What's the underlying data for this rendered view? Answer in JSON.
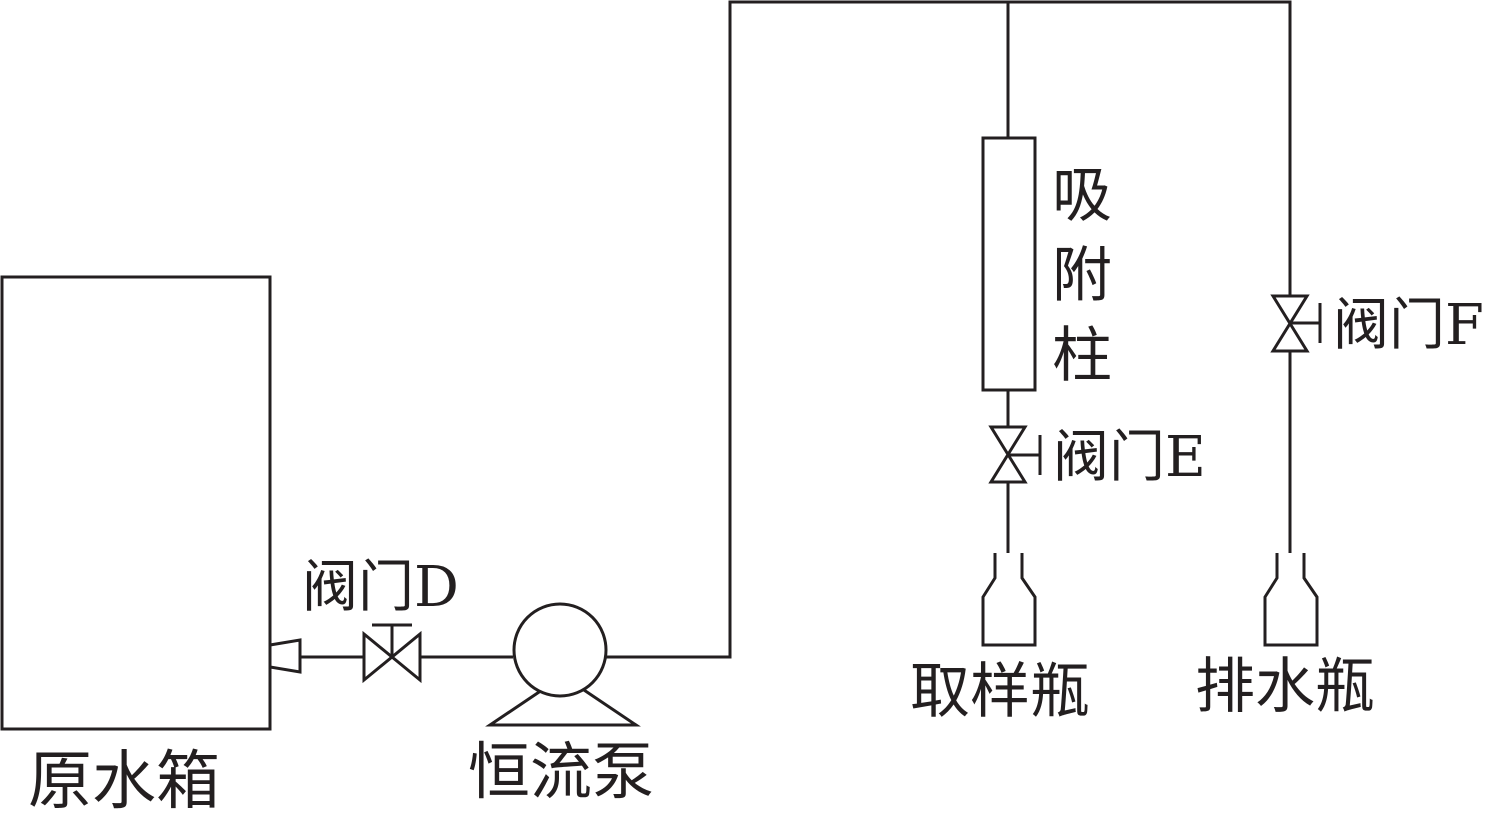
{
  "labels": {
    "tank": "原水箱",
    "valve_d": "阀门D",
    "pump": "恒流泵",
    "column_chars": [
      "吸",
      "附",
      "柱"
    ],
    "valve_e": "阀门E",
    "valve_f": "阀门F",
    "sample_bottle": "取样瓶",
    "drain_bottle": "排水瓶"
  },
  "colors": {
    "line": "#231f20",
    "background": "#ffffff"
  }
}
